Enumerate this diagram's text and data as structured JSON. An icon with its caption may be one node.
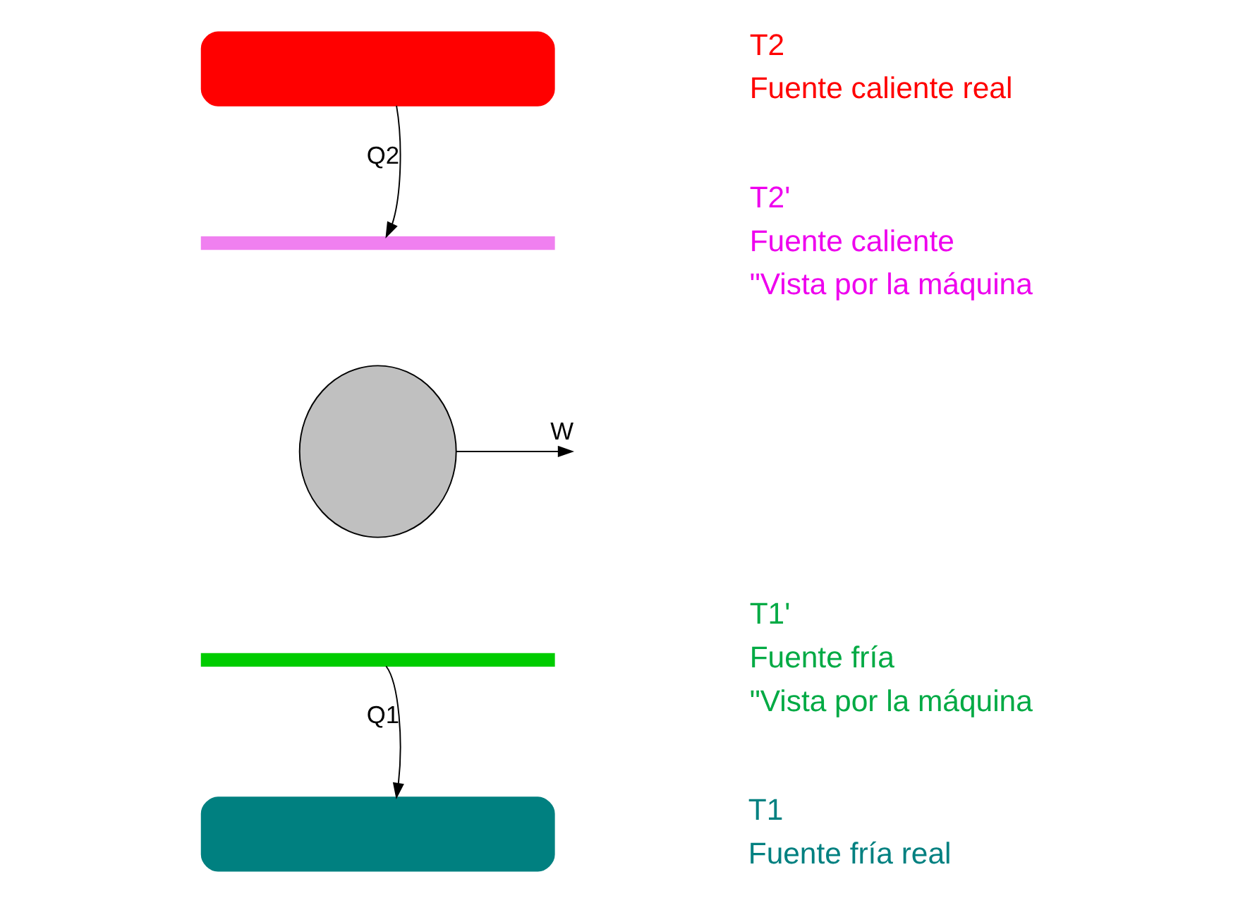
{
  "diagram": {
    "nodes": [
      {
        "text": [],
        "shape": "box",
        "beside": [
          "T2",
          "Fuente caliente real"
        ]
      },
      {
        "text": [],
        "shape": "bar",
        "beside": [
          "T2'",
          "Fuente caliente",
          "\"Vista por la máquina"
        ]
      },
      {
        "text": [],
        "shape": "circle"
      },
      {
        "text": [],
        "shape": "bar",
        "beside": [
          "T1'",
          "Fuente fría",
          "\"Vista por la máquina"
        ]
      },
      {
        "text": [],
        "shape": "box",
        "beside": [
          "T1",
          "Fuente fría real"
        ]
      }
    ],
    "edges": [
      {
        "from": 0,
        "to": 1,
        "arrow": "to",
        "label": "Q2"
      },
      {
        "from": 2,
        "to": null,
        "arrow": "to",
        "label": "W"
      },
      {
        "from": 3,
        "to": 4,
        "arrow": "to",
        "label": "Q1"
      }
    ]
  }
}
